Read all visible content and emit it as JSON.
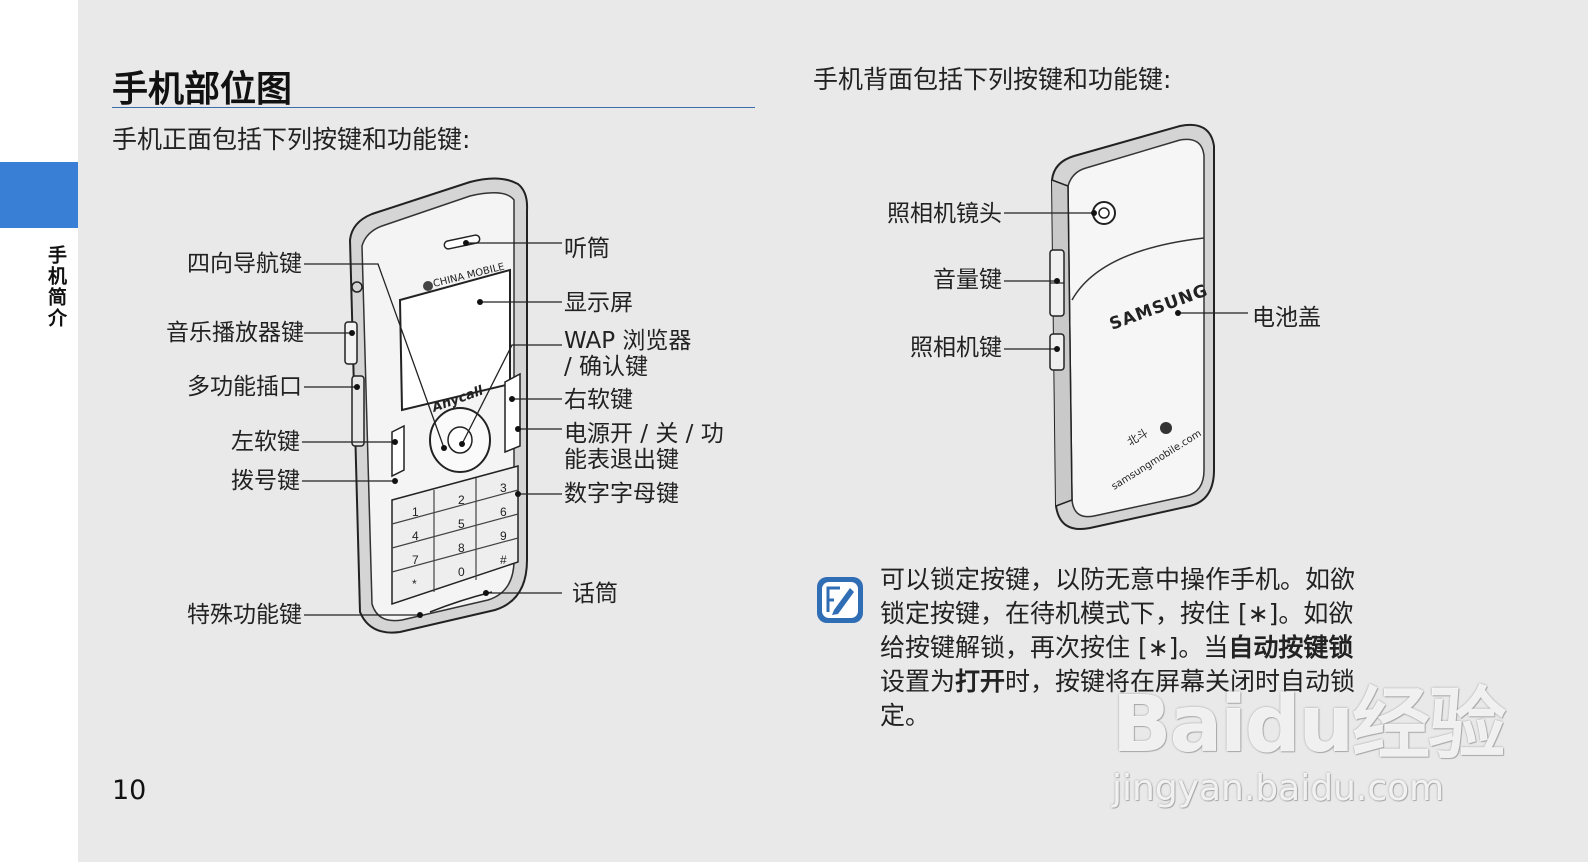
{
  "sidebar": {
    "chapter_label": "手机简介"
  },
  "page": {
    "title": "手机部位图",
    "front_intro": "手机正面包括下列按键和功能键:",
    "back_intro": "手机背面包括下列按键和功能键:",
    "page_number": "10"
  },
  "front_callouts": {
    "nav_key": "四向导航键",
    "music_key": "音乐播放器键",
    "multi_port": "多功能插口",
    "left_soft": "左软键",
    "dial_key": "拨号键",
    "special_key": "特殊功能键",
    "earpiece": "听筒",
    "display": "显示屏",
    "wap_line1": "WAP 浏览器",
    "wap_line2": "/ 确认键",
    "right_soft": "右软键",
    "power_line1": "电源开 / 关 / 功",
    "power_line2": "能表退出键",
    "alnum_keys": "数字字母键",
    "mic": "话筒"
  },
  "back_callouts": {
    "camera_lens": "照相机镜头",
    "volume_key": "音量键",
    "camera_key": "照相机键",
    "battery_cover": "电池盖"
  },
  "phone_text": {
    "brand_front": "CHINA MOBILE",
    "model": "Anycall",
    "brand_back": "SAMSUNG",
    "site": "samsungmobile.com",
    "logo_cn": "北斗"
  },
  "note": {
    "line1": "可以锁定按键，以防无意中操作手机。如欲",
    "line2_a": "锁定按键，在待机模式下，按住 [",
    "star": "∗",
    "line2_b": "]。如欲",
    "line3_a": "给按键解锁，再次按住 [",
    "line3_b": "]。当",
    "line3_bold": "自动按键锁",
    "line4_a": "设置为",
    "line4_bold": "打开",
    "line4_b": "时，按键将在屏幕关闭时自动锁",
    "line5": "定。"
  },
  "watermark": {
    "main": "Baidu经验",
    "url": "jingyan.baidu.com"
  }
}
